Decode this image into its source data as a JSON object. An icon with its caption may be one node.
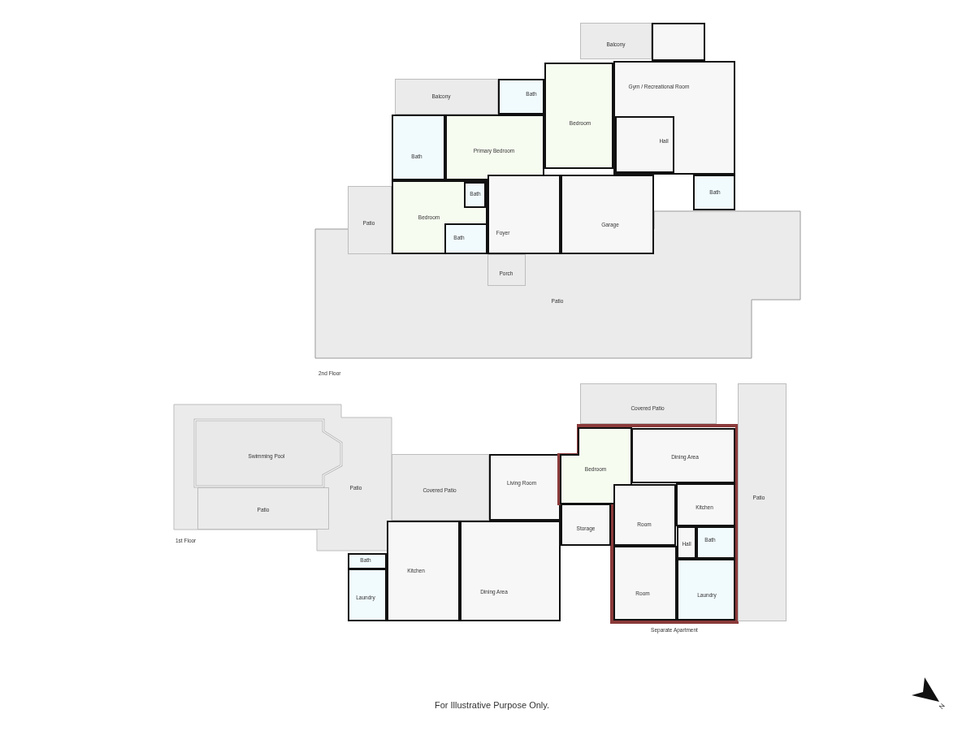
{
  "diagram": {
    "nodes": [
      {
        "text": [
          "Balcony"
        ]
      },
      {
        "text": [],
        "shape": "box"
      },
      {
        "text": [
          "Gym / Recreational Room"
        ]
      },
      {
        "text": [
          "Balcony"
        ]
      },
      {
        "text": [
          "Bath"
        ]
      },
      {
        "text": [
          "Bedroom"
        ]
      },
      {
        "text": [
          "Primary Bedroom"
        ]
      },
      {
        "text": [
          "Bath"
        ]
      },
      {
        "text": [
          "Hall"
        ],
        "in": 2
      },
      {
        "text": [
          "Bath"
        ]
      },
      {
        "text": [
          "Patio"
        ]
      },
      {
        "text": [
          "Bedroom"
        ]
      },
      {
        "text": [
          "Bath"
        ],
        "in": 11
      },
      {
        "text": [
          "Bath"
        ]
      },
      {
        "text": [
          "Foyer"
        ]
      },
      {
        "text": [
          "Garage"
        ]
      },
      {
        "text": [
          "Patio"
        ]
      },
      {
        "text": [
          "Porch"
        ],
        "in": 16
      },
      {
        "text": [
          "Covered Patio"
        ]
      },
      {
        "text": [
          "Patio"
        ]
      },
      {
        "text": [
          "Swimming Pool"
        ],
        "in": 19
      },
      {
        "text": [
          "Patio"
        ],
        "in": 19
      },
      {
        "text": [
          "Covered Patio"
        ]
      },
      {
        "text": [
          "Living Room"
        ]
      },
      {
        "text": [
          "Separate Apartment"
        ]
      },
      {
        "text": [
          "Bedroom"
        ],
        "in": 24
      },
      {
        "text": [
          "Dining Area"
        ],
        "in": 24
      },
      {
        "text": [
          "Room"
        ],
        "in": 24
      },
      {
        "text": [
          "Kitchen"
        ],
        "in": 24
      },
      {
        "text": [
          "Bath"
        ],
        "in": 24
      },
      {
        "text": [
          "Hall"
        ],
        "in": 24
      },
      {
        "text": [
          "Room"
        ],
        "in": 24
      },
      {
        "text": [
          "Laundry"
        ],
        "in": 24
      },
      {
        "text": [
          "Patio"
        ]
      },
      {
        "text": [
          "Storage"
        ]
      },
      {
        "text": [
          "Bath"
        ]
      },
      {
        "text": [
          "Laundry"
        ]
      },
      {
        "text": [
          "Kitchen"
        ]
      },
      {
        "text": [
          "Dining Area"
        ]
      }
    ],
    "labels": [
      "2nd Floor",
      "1st Floor",
      "For Illustrative Purpose Only.",
      "N"
    ]
  }
}
